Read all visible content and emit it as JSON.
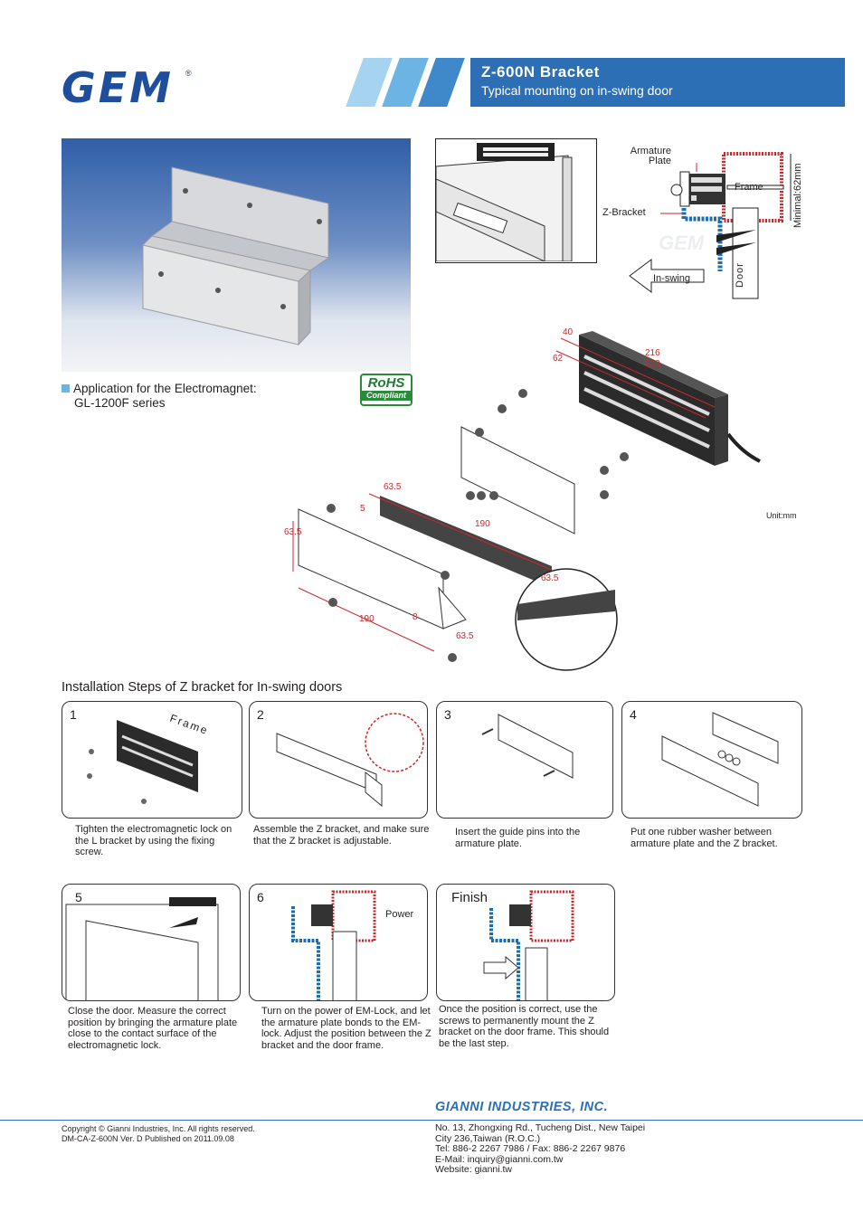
{
  "header": {
    "logo": "GEM",
    "registered": "®",
    "title": "Z-600N Bracket",
    "subtitle": "Typical mounting on in-swing door",
    "colors": {
      "primary": "#2d6fb5",
      "light": "#a6d3ef",
      "mid": "#6cb4e4",
      "logo": "#1f4e9c"
    }
  },
  "application": {
    "line1": "Application for the Electromagnet:",
    "line2": "GL-1200F series",
    "rohs_top": "RoHS",
    "rohs_bottom": "Compliant"
  },
  "mounting_diagram": {
    "armature": "Armature",
    "plate": "Plate",
    "frame": "Frame",
    "minimal": "Minimal:62mm",
    "z_bracket": "Z-Bracket",
    "in_swing": "In-swing",
    "door": "Door",
    "watermark": "GEM"
  },
  "exploded": {
    "dims": [
      "40",
      "62",
      "216",
      "203",
      "63.5",
      "5",
      "190",
      "63.5",
      "63.5",
      "190",
      "8",
      "63.5"
    ],
    "unit": "Unit:mm"
  },
  "installation": {
    "heading": "Installation Steps  of  Z bracket for In-swing doors",
    "steps": [
      {
        "num": "1",
        "text": "Tighten the electromagnetic lock on the L bracket by using the fixing screw.",
        "label": "Frame"
      },
      {
        "num": "2",
        "text": "Assemble the Z bracket, and make sure that the Z bracket is adjustable."
      },
      {
        "num": "3",
        "text": "Insert the guide pins into the armature plate."
      },
      {
        "num": "4",
        "text": "Put one rubber washer between armature plate and the Z bracket."
      },
      {
        "num": "5",
        "text": "Close the door. Measure the correct position by bringing the armature plate close to the contact surface of the electromagnetic lock."
      },
      {
        "num": "6",
        "text": "Turn on the power of EM-Lock, and let the armature plate bonds to the EM-lock. Adjust the position between the Z bracket and the door frame.",
        "label": "Power"
      },
      {
        "num": "Finish",
        "text": "Once the position is correct, use the screws to permanently mount the Z bracket on the door frame.  This should be the last step."
      }
    ]
  },
  "footer": {
    "company": "GIANNI INDUSTRIES, INC.",
    "copyright": "Copyright © Gianni Industries, Inc. All rights reserved.",
    "doc": "DM-CA-Z-600N   Ver. D  Published on 2011.09.08",
    "address1": "No. 13, Zhongxing Rd., Tucheng Dist., New Taipei",
    "address2": "City 236,Taiwan (R.O.C.)",
    "tel": "Tel: 886-2 2267 7986 / Fax: 886-2 2267 9876",
    "email": "E-Mail: inquiry@gianni.com.tw",
    "website": "Website: gianni.tw"
  }
}
